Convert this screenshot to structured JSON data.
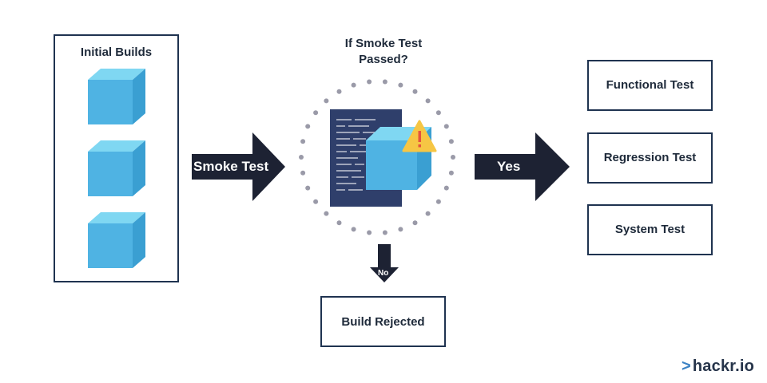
{
  "initial_builds": {
    "title": "Initial Builds"
  },
  "arrows": {
    "smoke_test": "Smoke Test",
    "yes": "Yes",
    "no": "No"
  },
  "decision": {
    "question_line1": "If Smoke Test",
    "question_line2": "Passed?"
  },
  "rejected": {
    "label": "Build Rejected"
  },
  "tests": [
    {
      "label": "Functional Test"
    },
    {
      "label": "Regression Test"
    },
    {
      "label": "System Test"
    }
  ],
  "brand": {
    "chevron": ">",
    "name": "hackr.io"
  },
  "colors": {
    "border": "#1f3350",
    "arrow": "#1d2233",
    "cube_front": "#4fb3e3",
    "cube_top": "#7fd7f2",
    "cube_side": "#3a9fd2",
    "document": "#2f3f6b",
    "warning": "#f6c644"
  }
}
